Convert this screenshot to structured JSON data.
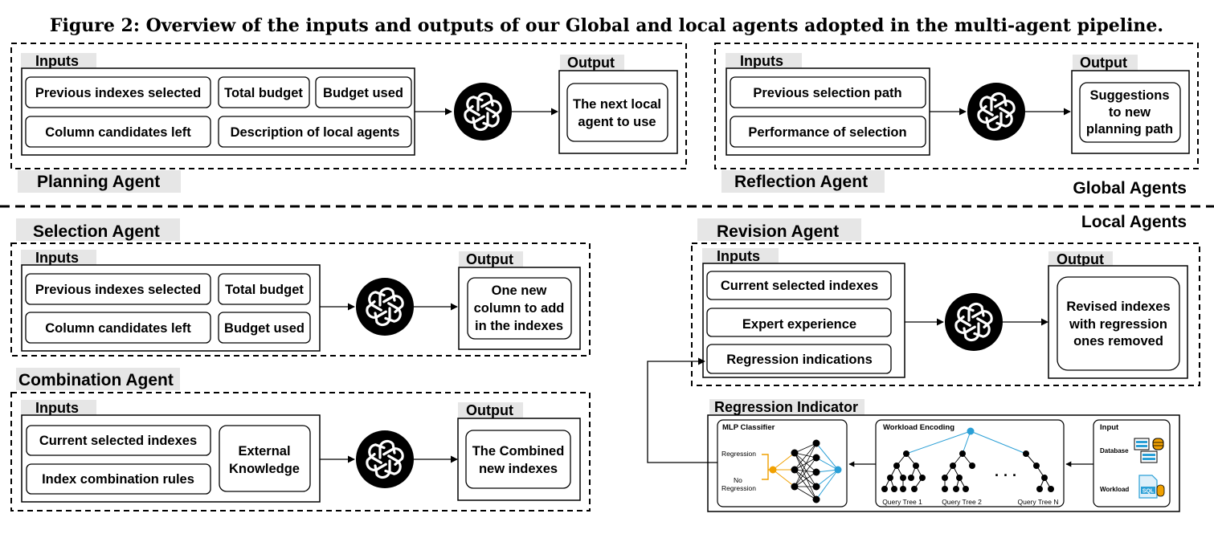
{
  "caption": "Figure 2: Overview of the inputs and outputs of our Global and local agents adopted in the multi-agent pipeline.",
  "common": {
    "inputs": "Inputs",
    "output": "Output"
  },
  "sections": {
    "global": "Global Agents",
    "local": "Local Agents"
  },
  "planning": {
    "name": "Planning Agent",
    "in1": "Previous indexes selected",
    "in2": "Total budget",
    "in3": "Budget used",
    "in4": "Column candidates left",
    "in5": "Description of local agents",
    "out1": "The next local",
    "out2": "agent to use"
  },
  "reflection": {
    "name": "Reflection Agent",
    "in1": "Previous selection path",
    "in2": "Performance of selection",
    "out1": "Suggestions",
    "out2": "to new",
    "out3": "planning path"
  },
  "selection": {
    "name": "Selection Agent",
    "in1": "Previous indexes selected",
    "in2": "Total budget",
    "in3": "Column candidates left",
    "in4": "Budget used",
    "out1": "One new",
    "out2": "column to add",
    "out3": "in the indexes"
  },
  "combination": {
    "name": "Combination Agent",
    "in1": "Current selected indexes",
    "in2": "Index combination rules",
    "in3a": "External",
    "in3b": "Knowledge",
    "out1": "The Combined",
    "out2": "new indexes"
  },
  "revision": {
    "name": "Revision Agent",
    "in1": "Current selected indexes",
    "in2": "Expert experience",
    "in3": "Regression indications",
    "out1": "Revised indexes",
    "out2": "with regression",
    "out3": "ones removed"
  },
  "regression": {
    "name": "Regression Indicator",
    "mlp": "MLP Classifier",
    "reg": "Regression",
    "no1": "No",
    "no2": "Regression",
    "enc": "Workload Encoding",
    "qt1": "Query Tree 1",
    "qt2": "Query Tree 2",
    "qtn": "Query Tree N",
    "dots": "· · ·",
    "input": "Input",
    "db": "Database",
    "wl": "Workload",
    "sql": "SQL"
  },
  "colors": {
    "tag": "#e6e6e6",
    "orange": "#f0a000",
    "blue": "#2a9fd6",
    "logo": "#000000"
  }
}
